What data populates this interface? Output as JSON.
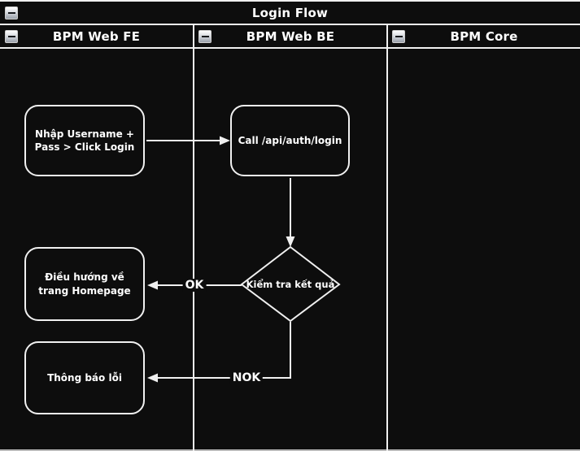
{
  "colors": {
    "background": "#0d0d0d",
    "line": "#f0f0f0",
    "text": "#ffffff"
  },
  "pool": {
    "title": "Login Flow",
    "lanes": [
      {
        "label": "BPM Web FE"
      },
      {
        "label": "BPM Web BE"
      },
      {
        "label": "BPM Core"
      }
    ]
  },
  "nodes": {
    "input_login": "Nhập Username + Pass > Click Login",
    "call_api": "Call /api/auth/login",
    "check_result": "Kiểm tra kết quả",
    "redirect_home": "Điều hướng về trang Homepage",
    "error_message": "Thông báo lỗi"
  },
  "edge_labels": {
    "ok": "OK",
    "nok": "NOK"
  }
}
